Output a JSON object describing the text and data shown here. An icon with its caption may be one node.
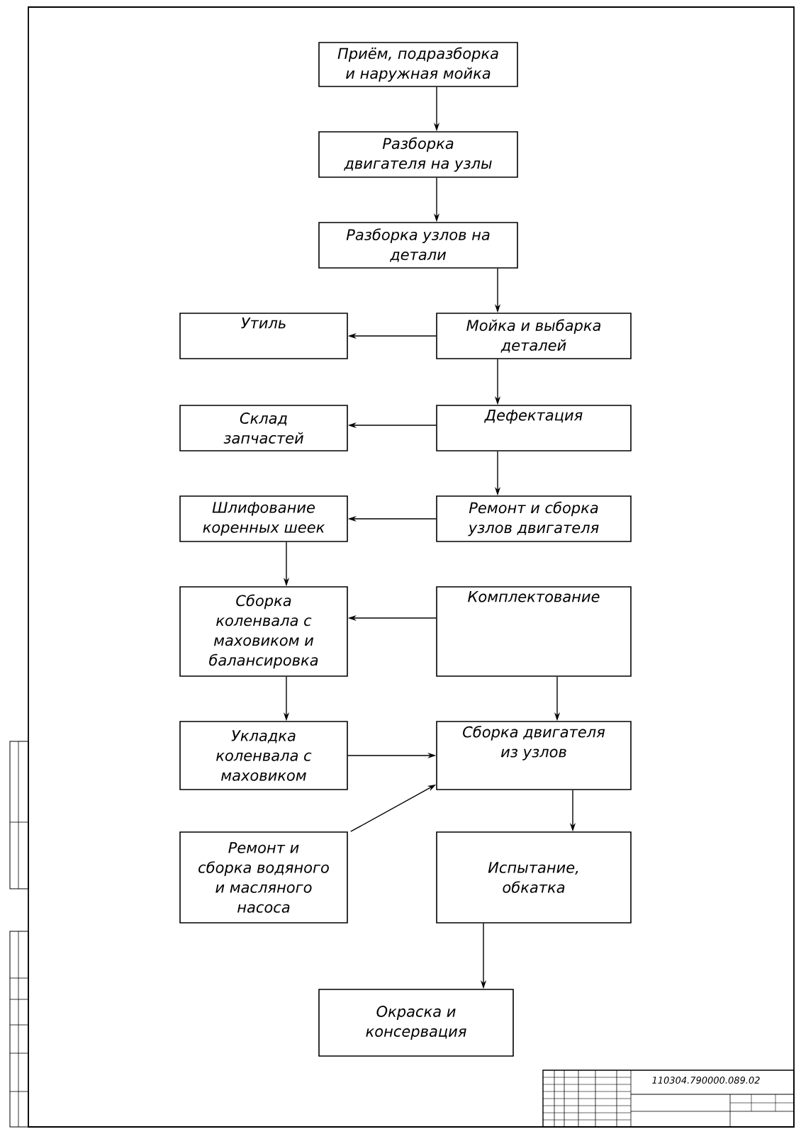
{
  "diagram": {
    "nodes": [
      {
        "text": [
          "Приём, подразборка и наружная мойка"
        ]
      },
      {
        "text": [
          "Разборка двигателя на узлы"
        ]
      },
      {
        "text": [
          "Разборка узлов на детали"
        ]
      },
      {
        "text": [
          "Утиль"
        ]
      },
      {
        "text": [
          "Мойка и выбарка деталей"
        ]
      },
      {
        "text": [
          "Склад запчастей"
        ]
      },
      {
        "text": [
          "Дефектация"
        ]
      },
      {
        "text": [
          "Шлифование коренных шеек"
        ]
      },
      {
        "text": [
          "Ремонт и сборка узлов двигателя"
        ]
      },
      {
        "text": [
          "Сборка коленвала с маховиком и балансировка"
        ]
      },
      {
        "text": [
          "Комплектование"
        ]
      },
      {
        "text": [
          "Укладка коленвала с маховиком"
        ]
      },
      {
        "text": [
          "Сборка двигателя из узлов"
        ]
      },
      {
        "text": [
          "Ремонт и сборка водяного и масляного насоса"
        ]
      },
      {
        "text": [
          "Испытание, обкатка"
        ]
      },
      {
        "text": [
          "Окраска и консервация"
        ]
      }
    ],
    "edges": [
      {
        "from": 0,
        "to": 1,
        "arrow": "to"
      },
      {
        "from": 1,
        "to": 2,
        "arrow": "to"
      },
      {
        "from": 2,
        "to": 4,
        "arrow": "to"
      },
      {
        "from": 4,
        "to": 3,
        "arrow": "to"
      },
      {
        "from": 4,
        "to": 6,
        "arrow": "to"
      },
      {
        "from": 6,
        "to": 5,
        "arrow": "to"
      },
      {
        "from": 6,
        "to": 8,
        "arrow": "to"
      },
      {
        "from": 8,
        "to": 7,
        "arrow": "to"
      },
      {
        "from": 7,
        "to": 9,
        "arrow": "to"
      },
      {
        "from": 10,
        "to": 9,
        "arrow": "to"
      },
      {
        "from": 9,
        "to": 11,
        "arrow": "to"
      },
      {
        "from": 10,
        "to": 12,
        "arrow": "to"
      },
      {
        "from": 11,
        "to": 12,
        "arrow": "to"
      },
      {
        "from": 13,
        "to": 12,
        "arrow": "to"
      },
      {
        "from": 12,
        "to": 14,
        "arrow": "to"
      },
      {
        "from": 14,
        "to": 15,
        "arrow": "to"
      }
    ],
    "labels": [
      "110304.790000.089.02"
    ]
  }
}
